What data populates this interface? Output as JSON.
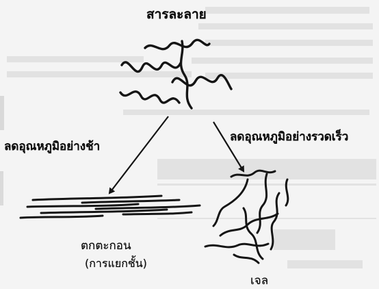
{
  "diagram": {
    "solution_label": "สารละลาย",
    "slow_cooling_label": "ลดอุณหภูมิอย่างช้า",
    "fast_cooling_label": "ลดอุณหภูมิอย่างรวดเร็ว",
    "sediment_label": "ตกตะกอน",
    "sediment_sublabel": "(การแยกชั้น)",
    "gel_label": "เจล",
    "colors": {
      "ink": "#151515",
      "paper": "#f4f4f4",
      "bleed_through": "#d9d9d9"
    }
  }
}
